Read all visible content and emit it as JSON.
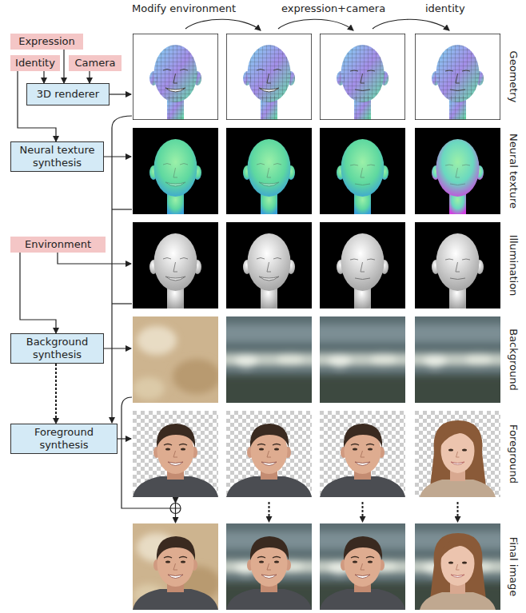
{
  "diagram": {
    "nodes": [
      {
        "text": [
          "Expression"
        ]
      },
      {
        "text": [
          "Identity"
        ]
      },
      {
        "text": [
          "Camera"
        ]
      },
      {
        "text": [
          "3D renderer"
        ]
      },
      {
        "text": [
          "Neural texture synthesis"
        ]
      },
      {
        "text": [
          "Environment"
        ]
      },
      {
        "text": [
          "Background synthesis"
        ]
      },
      {
        "text": [
          "Foreground synthesis"
        ]
      }
    ],
    "edges": [
      {
        "from": 0,
        "to": 3,
        "arrow": "to"
      },
      {
        "from": 1,
        "to": 3,
        "arrow": "to"
      },
      {
        "from": 2,
        "to": 3,
        "arrow": "to"
      },
      {
        "from": 1,
        "to": 4,
        "arrow": "to"
      },
      {
        "from": 5,
        "to": 6,
        "arrow": "to"
      },
      {
        "from": 6,
        "to": 7,
        "arrow": "to"
      }
    ],
    "labels": [
      "Modify environment",
      "expression+camera",
      "identity",
      "Geometry",
      "Neural texture",
      "Illumination",
      "Background",
      "Foreground",
      "Final image"
    ]
  }
}
